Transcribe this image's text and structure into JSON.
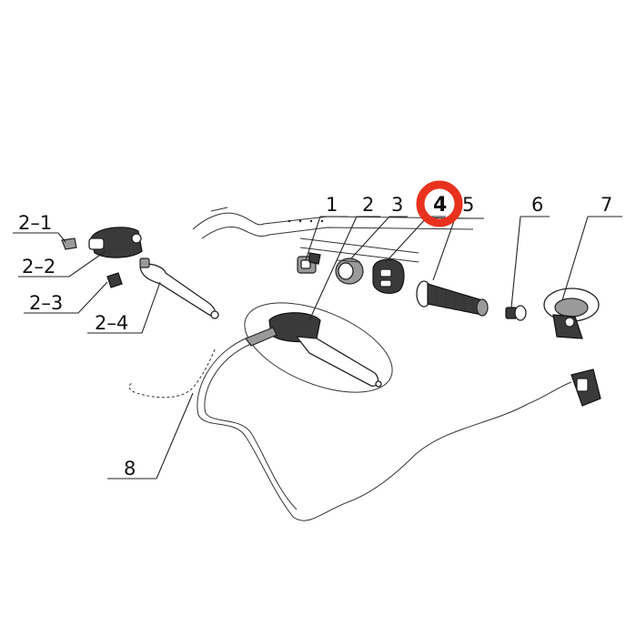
{
  "callouts": {
    "c1": "1",
    "c2": "2",
    "c3": "3",
    "c4": "4",
    "c5": "5",
    "c6": "6",
    "c7": "7",
    "c8": "8",
    "c2_1": "2–1",
    "c2_2": "2–2",
    "c2_3": "2–3",
    "c2_4": "2–4"
  },
  "colors": {
    "highlight": "#e8321e",
    "line": "#222222",
    "background": "#ffffff"
  },
  "highlighted_part": "4",
  "icons": {
    "handlebar": "handlebar-tube-icon",
    "clamp": "clamp-icon",
    "switch_housing": "switch-housing-icon",
    "throttle_housing": "throttle-housing-icon",
    "grip": "grip-icon",
    "bolt": "bolt-icon",
    "mirror": "mirror-icon",
    "brake_cable": "brake-cable-icon",
    "master_cylinder": "master-cylinder-icon",
    "brake_lever": "brake-lever-icon",
    "caliper": "caliper-icon",
    "spring": "spring-icon"
  }
}
